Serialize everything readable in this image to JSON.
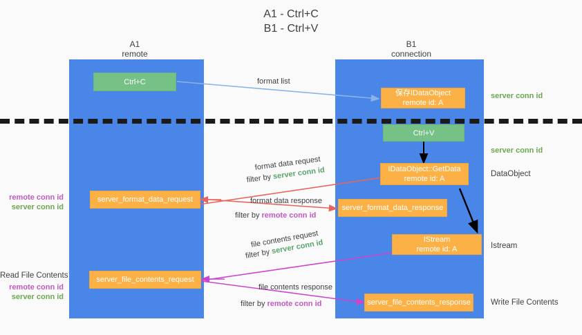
{
  "title": {
    "line1": "A1 - Ctrl+C",
    "line2": "B1 - Ctrl+V"
  },
  "lanes": [
    {
      "id": "a1",
      "name": "A1",
      "sub": "remote",
      "color": "#4a86e8"
    },
    {
      "id": "b1",
      "name": "B1",
      "sub": "connection",
      "color": "#4a86e8"
    }
  ],
  "colors": {
    "lane": "#4a86e8",
    "green_box": "#76c185",
    "orange_box": "#fbb146",
    "blue_arrow": "#8ab4e8",
    "red_arrow": "#e8655f",
    "magenta_arrow": "#cc44cc",
    "black_arrow": "#000000",
    "server_conn_text": "#6aa84f",
    "remote_conn_text": "#c457c4",
    "background": "#fafafa"
  },
  "boxes": {
    "ctrl_c": {
      "label": "Ctrl+C",
      "sub": ""
    },
    "save_idataobject": {
      "label": "保存IDataObject",
      "sub": "remote id: A"
    },
    "ctrl_v": {
      "label": "Ctrl+V",
      "sub": ""
    },
    "getdata": {
      "label": "IDataObject::GetData",
      "sub": "remote id: A"
    },
    "format_data_request": {
      "label": "server_format_data_request",
      "sub": ""
    },
    "format_data_response": {
      "label": "server_format_data_response",
      "sub": ""
    },
    "istream": {
      "label": "IStream",
      "sub": "remote id: A"
    },
    "file_contents_request": {
      "label": "server_file_contents_request",
      "sub": ""
    },
    "file_contents_response": {
      "label": "server_file_contents_response",
      "sub": ""
    }
  },
  "edge_labels": {
    "format_list": "format list",
    "format_data_request": "format data request",
    "format_data_request_filter_pre": "filter by ",
    "format_data_request_filter_key": "server conn id",
    "format_data_response": "format data response",
    "format_data_response_filter_pre": "filter by ",
    "format_data_response_filter_key": "remote conn id",
    "file_contents_request": "file contents request",
    "file_contents_request_filter_pre": "filter by ",
    "file_contents_request_filter_key": "server conn id",
    "file_contents_response": "file contents response",
    "file_contents_response_filter_pre": "filter by ",
    "file_contents_response_filter_key": "remote conn id"
  },
  "right_annotations": [
    {
      "id": "server-conn-id-top",
      "text": "server conn id",
      "kind": "green"
    },
    {
      "id": "server-conn-id-mid",
      "text": "server conn id",
      "kind": "green"
    },
    {
      "id": "dataobject",
      "text": "DataObject",
      "kind": "plain"
    },
    {
      "id": "istream",
      "text": "Istream",
      "kind": "plain"
    },
    {
      "id": "write-file-contents",
      "text": "Write File Contents",
      "kind": "plain"
    }
  ],
  "left_annotations": [
    {
      "id": "conn-ids-format",
      "remote": "remote conn id",
      "server": "server conn id"
    },
    {
      "id": "read-file-contents",
      "title": "Read File Contents",
      "remote": "remote conn id",
      "server": "server conn id"
    }
  ]
}
